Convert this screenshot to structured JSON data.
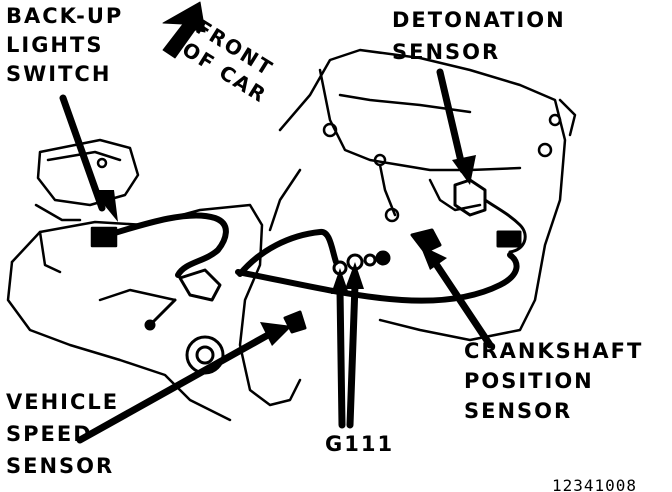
{
  "labels": {
    "backup_switch": [
      "BACK-UP",
      "LIGHTS",
      "SWITCH"
    ],
    "detonation_sensor": [
      "DETONATION",
      "SENSOR"
    ],
    "front_of_car": [
      "FRONT",
      "OF CAR"
    ],
    "crankshaft_sensor": [
      "CRANKSHAFT",
      "POSITION",
      "SENSOR"
    ],
    "vehicle_speed_sensor": [
      "VEHICLE",
      "SPEED",
      "SENSOR"
    ],
    "ground": "G111",
    "part_number": "12341008"
  },
  "colors": {
    "ink": "#000000",
    "paper": "#ffffff"
  }
}
